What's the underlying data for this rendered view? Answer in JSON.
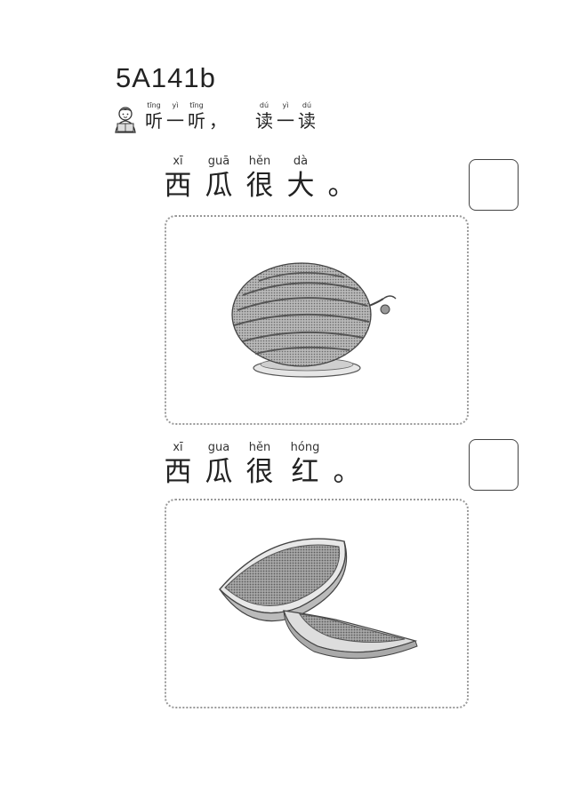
{
  "page_code": "5A141b",
  "instruction": {
    "icon": "child-reading-icon",
    "pairs": [
      {
        "py": "tīng",
        "hz": "听"
      },
      {
        "py": "yì",
        "hz": "一"
      },
      {
        "py": "tīng",
        "hz": "听"
      },
      {
        "py": "",
        "hz": "，"
      },
      {
        "py": "dú",
        "hz": "读"
      },
      {
        "py": "yì",
        "hz": "一"
      },
      {
        "py": "dú",
        "hz": "读"
      }
    ]
  },
  "sentences": [
    {
      "pairs": [
        {
          "py": "xī",
          "hz": "西"
        },
        {
          "py": "guā",
          "hz": "瓜"
        },
        {
          "py": "hěn",
          "hz": "很"
        },
        {
          "py": "dà",
          "hz": "大"
        },
        {
          "py": "",
          "hz": "。"
        }
      ],
      "image_icon": "whole-watermelon-icon"
    },
    {
      "pairs": [
        {
          "py": "xī",
          "hz": "西"
        },
        {
          "py": "gua",
          "hz": "瓜"
        },
        {
          "py": "hěn",
          "hz": "很"
        },
        {
          "py": "hóng",
          "hz": "红"
        },
        {
          "py": "",
          "hz": "。"
        }
      ],
      "image_icon": "watermelon-slices-icon"
    }
  ],
  "colors": {
    "ink": "#222222",
    "frame_dots": "#999999",
    "fill_gray": "#8a8a8a"
  }
}
